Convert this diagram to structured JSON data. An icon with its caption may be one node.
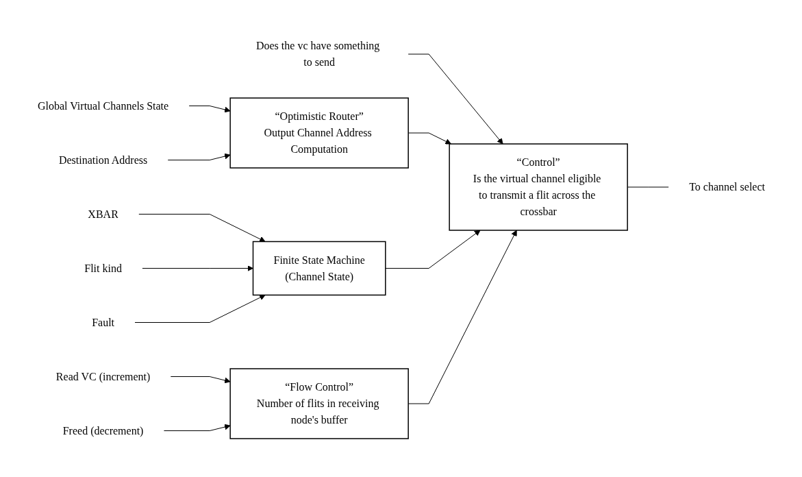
{
  "diagram": {
    "nodes": [
      {
        "text": [
          "Global Virtual Channels State"
        ]
      },
      {
        "text": [
          "Destination Address"
        ]
      },
      {
        "text": [
          "“Optimistic Router”",
          "Output Channel Address Computation"
        ]
      },
      {
        "text": [
          "XBAR"
        ]
      },
      {
        "text": [
          "Flit kind"
        ]
      },
      {
        "text": [
          "Fault"
        ]
      },
      {
        "text": [
          "Finite State Machine",
          "(Channel State)"
        ]
      },
      {
        "text": [
          "Read VC (increment)"
        ]
      },
      {
        "text": [
          "Freed (decrement)"
        ]
      },
      {
        "text": [
          "“Flow Control”",
          "Number of flits in receiving node's buffer"
        ]
      },
      {
        "text": [
          "Does the vc have something to send"
        ]
      },
      {
        "text": [
          "“Control”",
          "Is the virtual channel eligible to transmit a flit across the crossbar"
        ]
      },
      {
        "text": [
          "To channel select"
        ]
      }
    ],
    "edges": [
      {
        "from": 0,
        "to": 2,
        "arrow": "to"
      },
      {
        "from": 1,
        "to": 2,
        "arrow": "to"
      },
      {
        "from": 3,
        "to": 6,
        "arrow": "to"
      },
      {
        "from": 4,
        "to": 6,
        "arrow": "to"
      },
      {
        "from": 5,
        "to": 6,
        "arrow": "to"
      },
      {
        "from": 7,
        "to": 9,
        "arrow": "to"
      },
      {
        "from": 8,
        "to": 9,
        "arrow": "to"
      },
      {
        "from": 10,
        "to": 11,
        "arrow": "to"
      },
      {
        "from": 2,
        "to": 11,
        "arrow": "to"
      },
      {
        "from": 6,
        "to": 11,
        "arrow": "to"
      },
      {
        "from": 9,
        "to": 11,
        "arrow": "to"
      },
      {
        "from": 11,
        "to": 12,
        "arrow": "none"
      }
    ]
  }
}
